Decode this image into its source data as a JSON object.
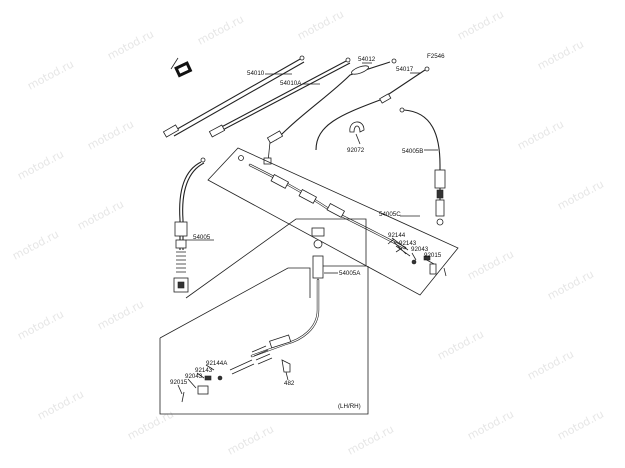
{
  "diagram": {
    "code": "F2546",
    "variant_note": "(LH/RH)",
    "watermark": "motod.ru",
    "labels": {
      "p54010": "54010",
      "p54010A": "54010A",
      "p54012": "54012",
      "p54017": "54017",
      "p92072": "92072",
      "p54005B": "54005B",
      "p54005C": "54005C",
      "p54005": "54005",
      "p54005A": "54005A",
      "p92144": "92144",
      "p92143": "92143",
      "p92043": "92043",
      "p92015": "92015",
      "p92144A": "92144A",
      "p92143b": "92143",
      "p92043b": "92043",
      "p92015b": "92015",
      "p482": "482"
    }
  }
}
